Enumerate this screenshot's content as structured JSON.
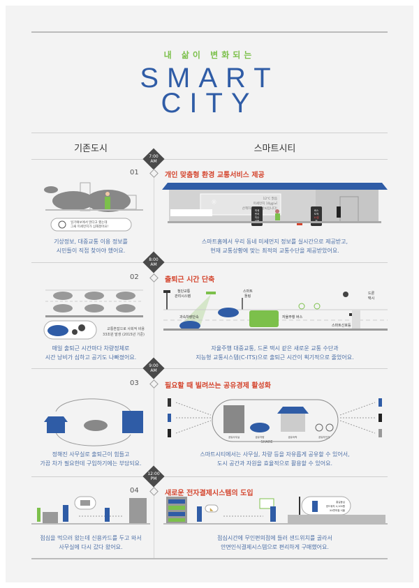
{
  "header": {
    "subtitle": "내 삶이 변화되는",
    "title_line1": "SMART",
    "title_line2": "CITY"
  },
  "columns": {
    "left": "기존도시",
    "right": "스마트시티"
  },
  "colors": {
    "brand_blue": "#2f5ca6",
    "accent_green": "#7cc04b",
    "title_red": "#d4452e",
    "caption_blue": "#4c6fa6"
  },
  "sections": [
    {
      "time": "7:00",
      "ampm": "AM",
      "number": "01",
      "title": "개인 맞춤형 환경 교통서비스 제공",
      "left_bubble": [
        "일기예보에서 맑다고 했는데",
        "그새 미세먼지가 심해졌어요!"
      ],
      "left_caption": [
        "기상정보, 대중교통 이용 정보를",
        "시민들이 직접 찾아야 했어요."
      ],
      "screen": [
        "12℃ 맑음",
        "미세먼지 10㎍/㎥",
        "산책하기 좋은 날씨입니다!"
      ],
      "phone1": [
        "미세",
        "먼지",
        "지수",
        "낮음"
      ],
      "phone2": [
        "버스",
        "도착",
        "10분",
        "전"
      ],
      "right_caption": [
        "스마트홈에서 우리 동네 미세먼지 정보를 실시간으로 제공받고,",
        "현재 교통상황에 맞는 최적의 교통수단을 제공받았어요."
      ]
    },
    {
      "time": "8:00",
      "ampm": "AM",
      "number": "02",
      "title": "출퇴근 시간 단축",
      "left_note": [
        "교통혼잡으로 사회적 비용",
        "33조원 발생 (2015년 기준)"
      ],
      "left_caption": [
        "매일 출퇴근 시간마다 차량정체로",
        "시간 낭비가 심하고 공기도 나빠졌어요."
      ],
      "labels": {
        "traffic_system": [
          "첨단교통",
          "관리시스템"
        ],
        "tolling": [
          "스마트",
          "톨링"
        ],
        "drone_taxi": [
          "드론",
          "택시"
        ],
        "speed": "과속차량단속",
        "bus": "자율주행 버스",
        "signal": "스마트신호등"
      },
      "right_caption": [
        "자율주행 대중교통, 드론 택시 같은 새로운 교통 수단과",
        "지능형 교통시스템(C-ITS)으로 출퇴근 시간이 획기적으로 줄었어요."
      ]
    },
    {
      "time": "9:00",
      "ampm": "AM",
      "number": "03",
      "title": "필요할 때 빌려쓰는 공유경제 활성화",
      "left_caption": [
        "정해진 사무실로 출퇴근이 힘들고",
        "가끔 차가 필요한데 구입하기에는 부담되요."
      ],
      "share_items": [
        "공유사무실",
        "공유차량",
        "공유숙박",
        "공유자전거"
      ],
      "share_label": "SHARE",
      "right_caption": [
        "스마트시티에서는 사무실, 차량 등을 자유롭게 공유할 수 있어서,",
        "도시 공간과 자원을 효율적으로 활용할 수 있어요."
      ]
    },
    {
      "time": "12:00",
      "ampm": "PM",
      "number": "04",
      "title": "새로운 전자결제시스템의 도입",
      "receipt": [
        "홍길동님",
        "샌드위치 4,100원",
        "XX편의점 서울"
      ],
      "left_caption": [
        "점심을 먹으러 왔는데 신용카드를 두고 와서",
        "사무실에 다시 갔다 왔어요."
      ],
      "right_caption": [
        "점심시간에 무인편의점에 들러 샌드위치를 골라서",
        "안면인식결제시스템으로 편리하게 구매했어요."
      ]
    }
  ]
}
